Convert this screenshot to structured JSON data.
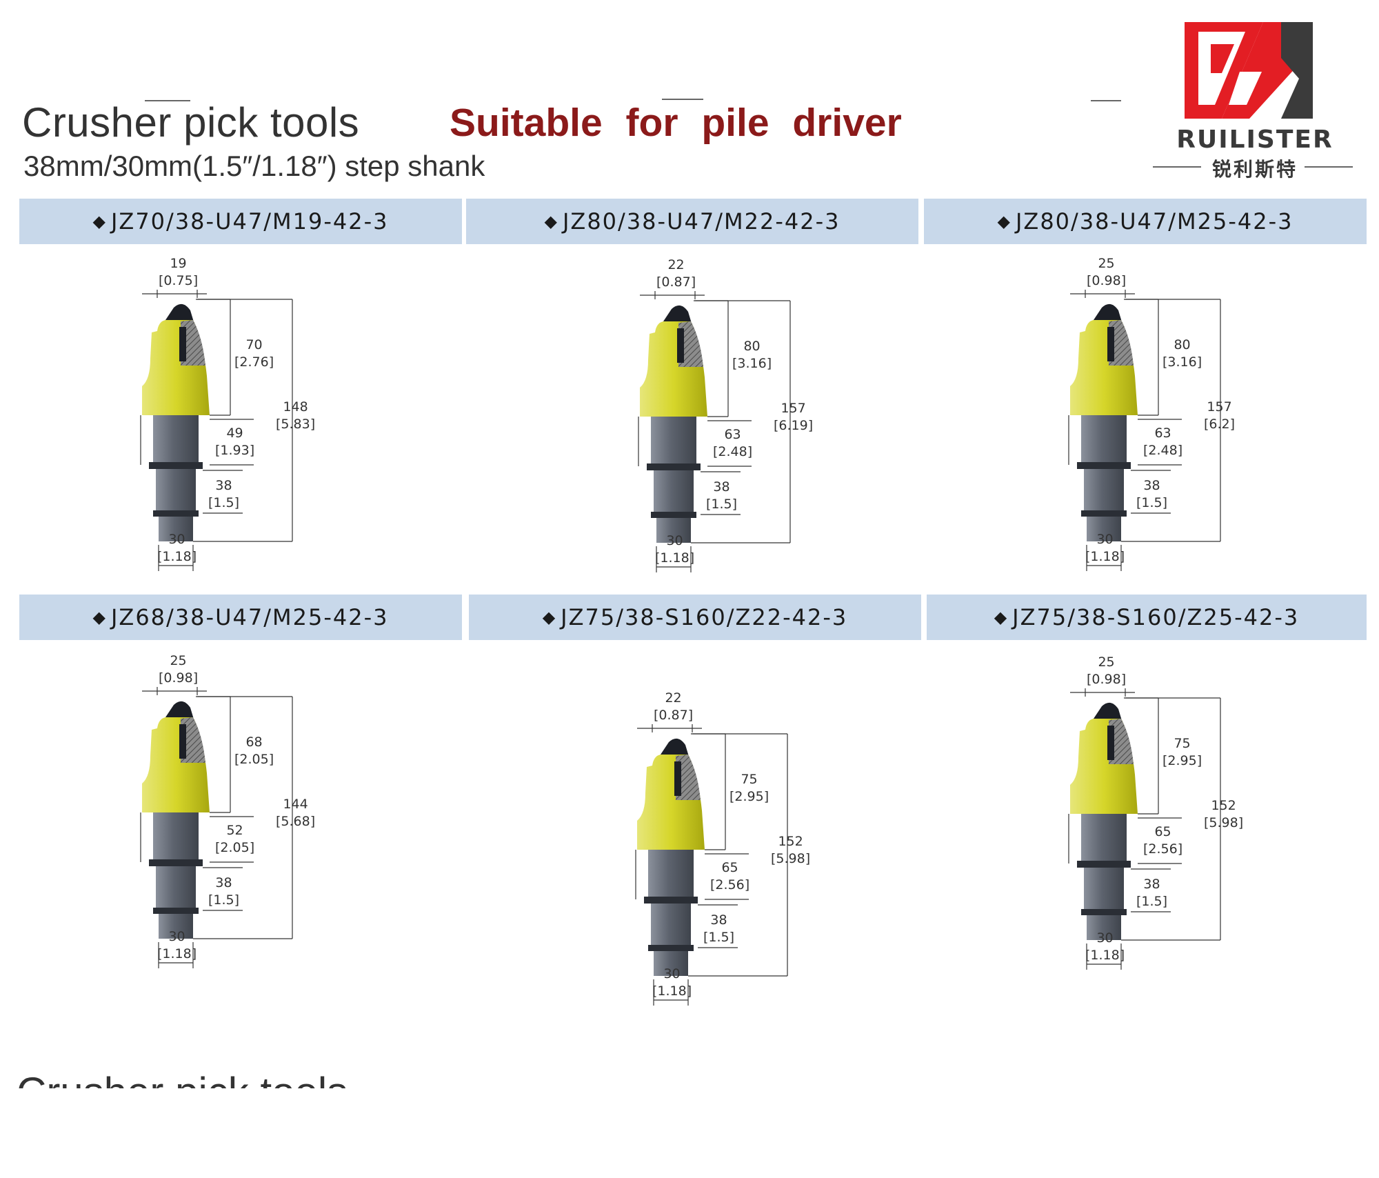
{
  "header": {
    "title": "Crusher pick tools",
    "subtitle": "38mm/30mm(1.5″/1.18″) step shank",
    "slogan": "Suitable  for  pile  driver"
  },
  "logo": {
    "name": "RUILISTER",
    "name_cn": "锐利斯特",
    "colors": {
      "red": "#e31e24",
      "dark": "#3b3b3b"
    }
  },
  "products": [
    {
      "model": "JZ70/38-U47/M19-42-3",
      "dims": {
        "tip_width": "19",
        "tip_width_in": "[0.75]",
        "head": "70",
        "head_in": "[2.76]",
        "total": "148",
        "total_in": "[5.83]",
        "shank_upper": "49",
        "shank_upper_in": "[1.93]",
        "shank_mid": "38",
        "shank_mid_in": "[1.5]",
        "shank_end": "30",
        "shank_end_in": "[1.18]"
      }
    },
    {
      "model": "JZ80/38-U47/M22-42-3",
      "dims": {
        "tip_width": "22",
        "tip_width_in": "[0.87]",
        "head": "80",
        "head_in": "[3.16]",
        "total": "157",
        "total_in": "[6.19]",
        "shank_upper": "63",
        "shank_upper_in": "[2.48]",
        "shank_mid": "38",
        "shank_mid_in": "[1.5]",
        "shank_end": "30",
        "shank_end_in": "[1.18]"
      }
    },
    {
      "model": "JZ80/38-U47/M25-42-3",
      "dims": {
        "tip_width": "25",
        "tip_width_in": "[0.98]",
        "head": "80",
        "head_in": "[3.16]",
        "total": "157",
        "total_in": "[6.2]",
        "shank_upper": "63",
        "shank_upper_in": "[2.48]",
        "shank_mid": "38",
        "shank_mid_in": "[1.5]",
        "shank_end": "30",
        "shank_end_in": "[1.18]"
      }
    },
    {
      "model": "JZ68/38-U47/M25-42-3",
      "dims": {
        "tip_width": "25",
        "tip_width_in": "[0.98]",
        "head": "68",
        "head_in": "[2.05]",
        "total": "144",
        "total_in": "[5.68]",
        "shank_upper": "52",
        "shank_upper_in": "[2.05]",
        "shank_mid": "38",
        "shank_mid_in": "[1.5]",
        "shank_end": "30",
        "shank_end_in": "[1.18]"
      }
    },
    {
      "model": "JZ75/38-S160/Z22-42-3",
      "dims": {
        "tip_width": "22",
        "tip_width_in": "[0.87]",
        "head": "75",
        "head_in": "[2.95]",
        "total": "152",
        "total_in": "[5.98]",
        "shank_upper": "65",
        "shank_upper_in": "[2.56]",
        "shank_mid": "38",
        "shank_mid_in": "[1.5]",
        "shank_end": "30",
        "shank_end_in": "[1.18]"
      }
    },
    {
      "model": "JZ75/38-S160/Z25-42-3",
      "dims": {
        "tip_width": "25",
        "tip_width_in": "[0.98]",
        "head": "75",
        "head_in": "[2.95]",
        "total": "152",
        "total_in": "[5.98]",
        "shank_upper": "65",
        "shank_upper_in": "[2.56]",
        "shank_mid": "38",
        "shank_mid_in": "[1.5]",
        "shank_end": "30",
        "shank_end_in": "[1.18]"
      }
    }
  ],
  "footer": {
    "next_section_title": "Crusher pick tools"
  },
  "colors": {
    "banner_bg": "#c8d8ea",
    "body_yellow": "#d6d62a",
    "shank_gray": "#5d636e",
    "title_red": "#8b1a1a"
  }
}
